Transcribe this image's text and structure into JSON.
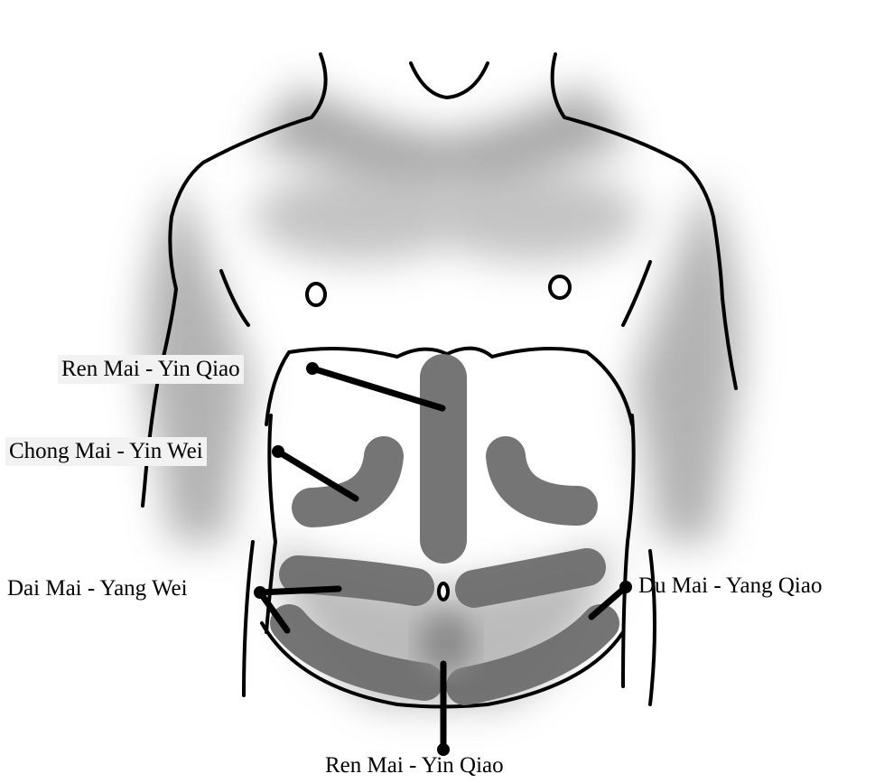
{
  "diagram": {
    "labels": {
      "ren_mai_upper": "Ren Mai - Yin Qiao",
      "chong_mai": "Chong Mai - Yin Wei",
      "dai_mai": "Dai Mai - Yang Wei",
      "du_mai": "Du Mai - Yang Qiao",
      "ren_mai_lower": "Ren Mai - Yin Qiao"
    },
    "colors": {
      "outline": "#000000",
      "shading": "#5a5a5a",
      "band": "#6e6e6e",
      "label_bg": "#f2f2f2"
    }
  }
}
